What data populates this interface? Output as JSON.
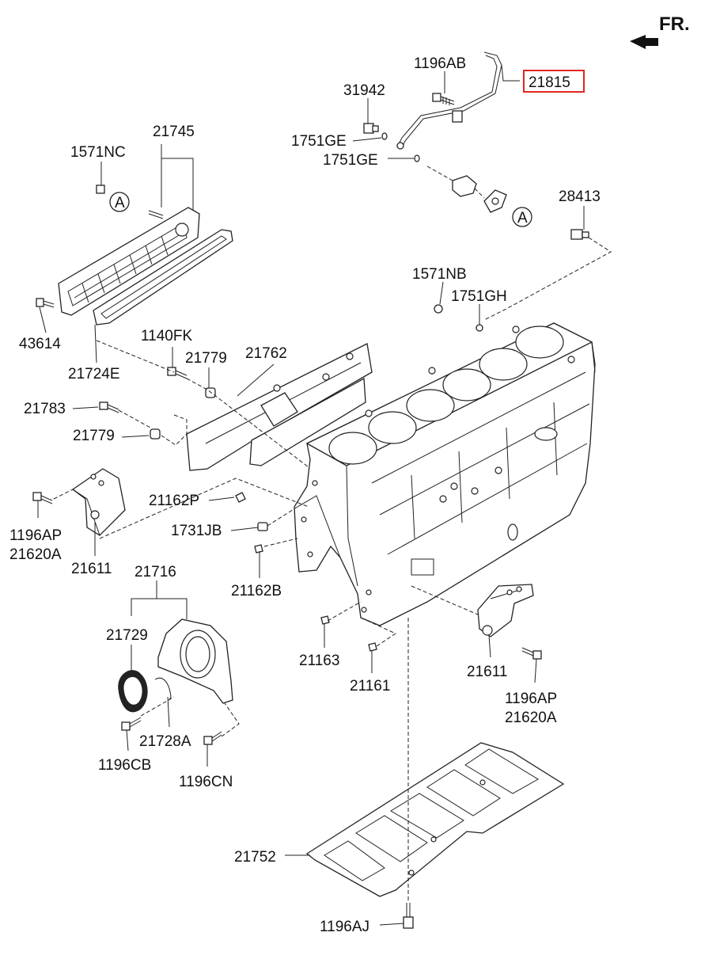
{
  "header": {
    "direction_label": "FR."
  },
  "callouts": {
    "c21815": "21815",
    "c1196AB": "1196AB",
    "c31942": "31942",
    "c1751GE_a": "1751GE",
    "c1751GE_b": "1751GE",
    "c28413": "28413",
    "c1571NB": "1571NB",
    "c1751GH": "1751GH",
    "c21745": "21745",
    "c1571NC": "1571NC",
    "c43614": "43614",
    "c21724E": "21724E",
    "c1140FK": "1140FK",
    "c21779_a": "21779",
    "c21762": "21762",
    "c21783": "21783",
    "c21779_b": "21779",
    "c21162P": "21162P",
    "c1731JB": "1731JB",
    "c21162B": "21162B",
    "c1196AP_l": "1196AP",
    "c21620A_l": "21620A",
    "c21611_l": "21611",
    "c21716": "21716",
    "c21729": "21729",
    "c21163": "21163",
    "c21161": "21161",
    "c21611_r": "21611",
    "c1196AP_r": "1196AP",
    "c21620A_r": "21620A",
    "c21728A": "21728A",
    "c1196CB": "1196CB",
    "c1196CN": "1196CN",
    "c21752": "21752",
    "c1196AJ": "1196AJ"
  },
  "reference_markers": {
    "marker_a1": "A",
    "marker_a2": "A"
  },
  "highlight": {
    "part": "21815",
    "color": "#e0271f"
  }
}
